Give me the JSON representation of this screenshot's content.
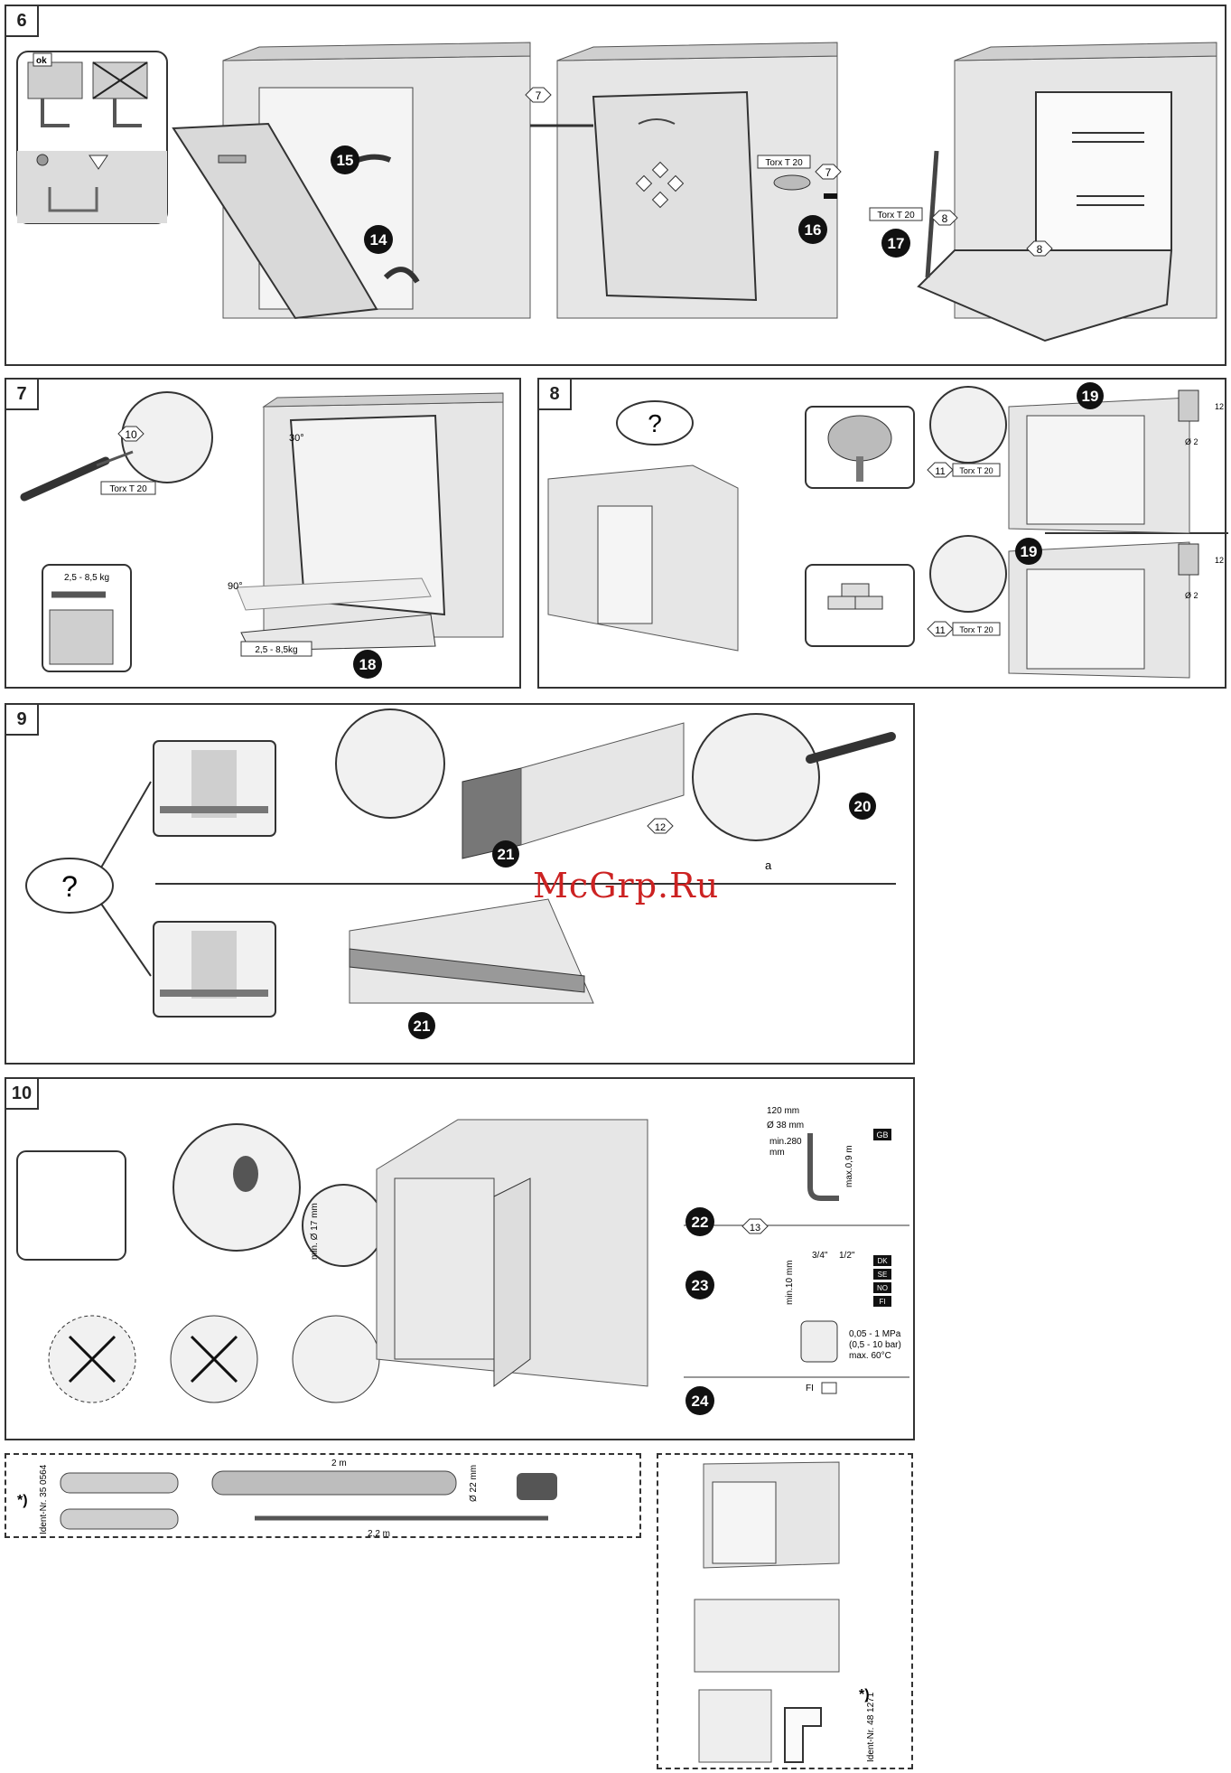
{
  "watermark": "McGrp.Ru",
  "panels": {
    "p6": {
      "number": "6",
      "ok_label": "ok",
      "steps": [
        "15",
        "14",
        "16",
        "17"
      ],
      "screw_refs": [
        "7",
        "7",
        "8",
        "8"
      ],
      "torx_labels": [
        "Torx T 20",
        "Torx T 20"
      ]
    },
    "p7": {
      "number": "7",
      "screw_ref": "10",
      "torx_label": "Torx T 20",
      "angles": [
        "30°",
        "90°"
      ],
      "weight_range": "2,5 - 8,5 kg",
      "weight_label": "2,5 - 8,5kg",
      "step": "18"
    },
    "p8": {
      "number": "8",
      "question": "?",
      "step": "19",
      "screw_ref": "11",
      "torx_label": "Torx T 20",
      "dimensions": [
        "12",
        "Ø 2"
      ]
    },
    "p9": {
      "number": "9",
      "question": "?",
      "dim_a": "a",
      "screw_ref": "12",
      "steps": [
        "21",
        "20",
        "21"
      ]
    },
    "p10": {
      "number": "10",
      "steps": [
        "22",
        "23",
        "24"
      ],
      "min_dia": "min. Ø 17 mm",
      "siphon": {
        "height_120": "120 mm",
        "dia_38": "Ø 38 mm",
        "min_280": "min.280",
        "mm": "mm",
        "max_09": "max.0,9 m",
        "gb": "GB"
      },
      "screw_ref": "13",
      "thread": {
        "min_10": "min.10 mm",
        "size_34": "3/4\"",
        "size_12": "1/2\"",
        "countries": [
          "DK",
          "SE",
          "NO",
          "FI"
        ]
      },
      "pressure": [
        "0,05 - 1 MPa",
        "(0,5 - 10 bar)",
        "max. 60°C"
      ],
      "fi_label": "FI"
    },
    "accessories": {
      "star": "*)",
      "ident": "Ident-Nr. 35 0564",
      "len_2m": "2 m",
      "dia_22": "Ø 22 mm",
      "len_22m": "2,2 m"
    },
    "corner_kit": {
      "star": "*)",
      "ident": "Ident-Nr. 48 1271"
    }
  }
}
